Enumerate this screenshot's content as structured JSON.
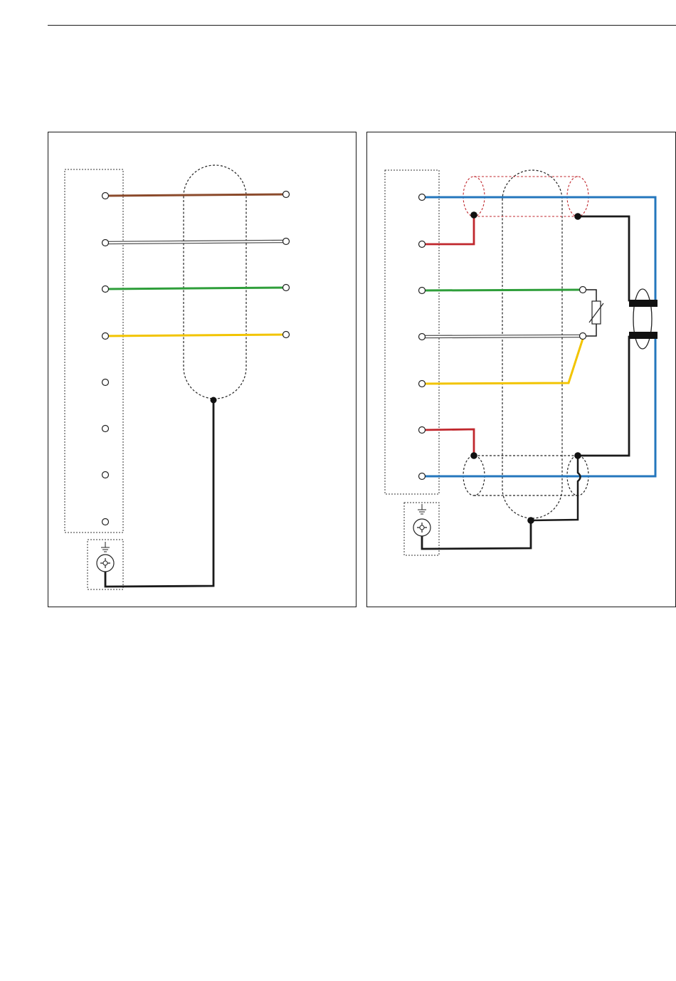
{
  "colors": {
    "brown": "#8b4a2b",
    "white": "#ffffff",
    "green": "#2e9e3a",
    "yellow": "#f2c400",
    "red": "#c0272d",
    "blue": "#2477bd",
    "black": "#1a1a1a"
  },
  "icons": [
    "earth-ground-icon",
    "ground-screw-icon",
    "resistor-icon",
    "ferrite-core-icon"
  ],
  "diagrams": {
    "left": {
      "wires": [
        "brown",
        "white",
        "green",
        "yellow"
      ],
      "terminal_count": 8,
      "shield_drain": "black"
    },
    "right": {
      "wires": [
        "blue",
        "red",
        "green",
        "white",
        "yellow",
        "red",
        "blue"
      ],
      "terminal_count": 7,
      "shield_drain": "black"
    }
  }
}
